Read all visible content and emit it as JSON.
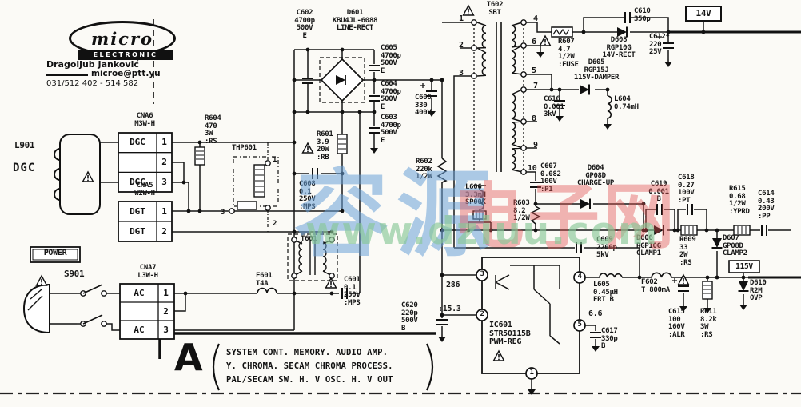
{
  "title_block": {
    "brand": "micro",
    "brand_sub": "ELECTRONIC",
    "author": "Dragoljub Janković",
    "email": "microe@ptt.yu",
    "phone": "031/512 402 - 514 582"
  },
  "power_rails": {
    "rail_14v": "14V",
    "rail_115v": "115V"
  },
  "left": {
    "l901": "L901",
    "dgc": "DGC",
    "power": "POWER",
    "s901": "S901",
    "thp601": "THP601",
    "thp_pins": {
      "p1": "1",
      "p2": "2",
      "p3": "3"
    }
  },
  "connectors": {
    "cna6": {
      "title": "CNA6\nM3W-H",
      "rows": [
        [
          "DGC",
          "1"
        ],
        [
          "",
          "2"
        ],
        [
          "DGC",
          "3"
        ]
      ]
    },
    "cna5": {
      "title": "CNA5\nW2W-H",
      "rows": [
        [
          "DGT",
          "1"
        ],
        [
          "DGT",
          "2"
        ]
      ]
    },
    "cna7": {
      "title": "CNA7\nL3W-H",
      "rows": [
        [
          "AC",
          "1"
        ],
        [
          "",
          "2"
        ],
        [
          "AC",
          "3"
        ]
      ]
    }
  },
  "transformer": {
    "t602": "T602\nSBT",
    "pins_left": [
      "1",
      "2",
      "3"
    ],
    "pins_right": [
      "4",
      "6",
      "5",
      "7",
      "8",
      "9",
      "10"
    ]
  },
  "ic601": {
    "label": "IC601\nSTR50115B\nPWM-REG",
    "pin_labels": {
      "p1": "1",
      "p2": "2",
      "p3": "3",
      "p4": "4",
      "p5": "5"
    },
    "annotations": {
      "pin3_v": "286",
      "pin2_v": ":15.3",
      "pin5_v": "6.6"
    }
  },
  "components": {
    "c601": "C601\n0.1\n250V\n:MPS",
    "c602": "C602\n4700p\n500V\nE",
    "c603": "C603\n4700p\n500V\nE",
    "c604": "C604\n4700p\n500V\nE",
    "c605": "C605\n4700p\n500V\nE",
    "c606": "C606\n330\n400V",
    "c607": "C607\n0.082\n100V\n:P1",
    "c608": "C608\n0.1\n250V\n:MPS",
    "c609": "C609\n2200p\n5kV",
    "c610": "C610\n350p",
    "c612": "C612*\n220\n25V",
    "c614": "C614\n0.43\n200V\n:PP",
    "c615": "C615\n100\n160V\n:ALR",
    "c616": "C616\n0.001\n3kV",
    "c617": "C617\n330p\nB",
    "c618": "C618\n0.27\n100V\n:PT",
    "c619": "C619\n0.001\nB",
    "c620": "C620\n220p\n500V\nB",
    "r601": "R601\n3.9\n20W\n:RB",
    "r602": "R602\n220k\n1/2W",
    "r603": "R603\n8.2\n1/2W",
    "r604": "R604\n470\n3W\n:RS",
    "r607": "R607\n4.7\n1/2W\n:FUSE",
    "r609": "R609\n33\n2W\n:RS",
    "r611": "R611\n8.2k\n3W\n:RS",
    "r615": "R615\n0.68\n1/2W\n:YPRD",
    "d601": "D601\nKBU4JL-6088\nLINE-RECT",
    "d604": "D604\nGP08D\nCHARGE-UP",
    "d605": "D605\nRGP15J\n115V-DAMPER",
    "d606": "D606\nRGP10G\nCLAMP1",
    "d607": "D607\nGP08D\nCLAMP2",
    "d608": "D608\nRGP10G\n14V-RECT",
    "d610": "D610\nR2M\nOVP",
    "l604": "L604\n0.74mH",
    "l605": "L605\n0.45μH\nFRT B",
    "l606": "L606\n3.3mH\nSP00K",
    "f601": "F601\nT4A",
    "f602": "F602\nT 800mA",
    "t601": "T601"
  },
  "callout_a": {
    "letter": "A",
    "lines": [
      "SYSTEM CONT. MEMORY. AUDIO AMP.",
      "Y. CHROMA. SECAM CHROMA PROCESS.",
      "PAL/SECAM SW. H. V OSC. H. V OUT"
    ]
  },
  "watermark": {
    "cn_blue": "容源",
    "cn_red": "电子网",
    "url": "www.dziuu.com"
  }
}
